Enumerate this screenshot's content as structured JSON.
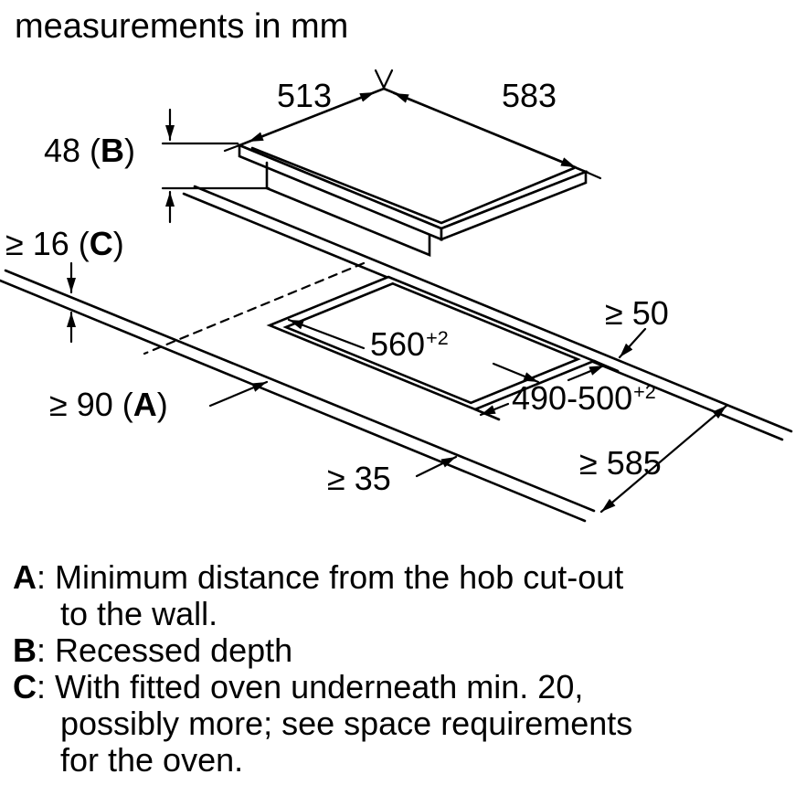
{
  "title": "measurements in mm",
  "colors": {
    "line": "#000000",
    "background": "#ffffff"
  },
  "dimensions": {
    "hob_depth_left_edge": "513",
    "hob_width_right_edge": "583",
    "recessed_depth": {
      "pre": "48 (",
      "key": "B",
      "post": ")"
    },
    "oven_clearance": {
      "pre": "≥ 16 (",
      "key": "C",
      "post": ")"
    },
    "wall_distance_left": {
      "pre": "≥ 90 (",
      "key": "A",
      "post": ")"
    },
    "cutout_width": {
      "value": "560",
      "sup": "+2"
    },
    "cutout_depth": {
      "value": "490-500",
      "sup": "+2"
    },
    "back_clearance": "≥ 50",
    "front_edge_clearance": "≥ 35",
    "worktop_depth_min": "≥ 585"
  },
  "legend": {
    "items": [
      {
        "key": "A",
        "text": ": Minimum distance from the hob cut-out\nto the wall."
      },
      {
        "key": "B",
        "text": ": Recessed depth"
      },
      {
        "key": "C",
        "text": ": With fitted oven underneath min. 20,\npossibly more; see space requirements\nfor the oven."
      }
    ]
  }
}
